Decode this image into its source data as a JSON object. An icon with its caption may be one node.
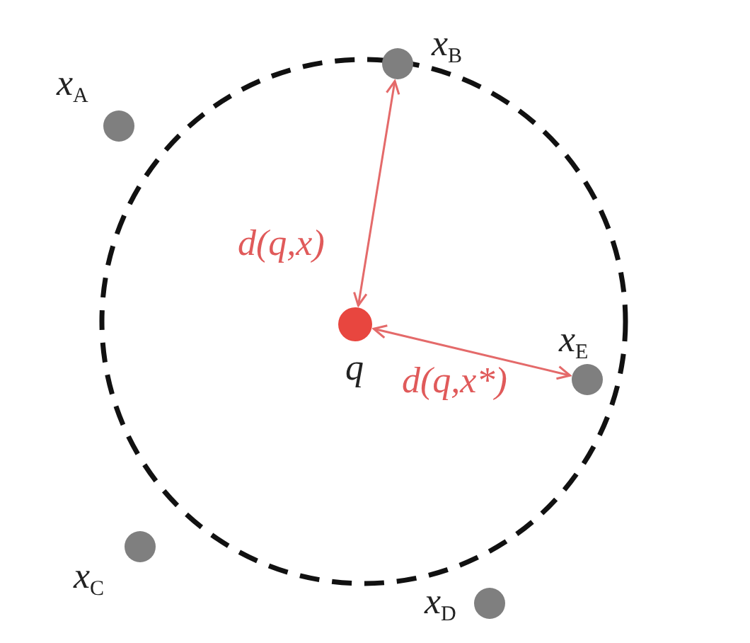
{
  "diagram": {
    "nodes": [
      {
        "text": [],
        "shape": "circle",
        "beside": [
          "*x*$_{A}$"
        ]
      },
      {
        "text": [],
        "shape": "circle",
        "beside": [
          "*x*$_{B}$"
        ]
      },
      {
        "text": [],
        "shape": "circle",
        "beside": [
          "q"
        ]
      },
      {
        "text": [],
        "shape": "circle",
        "beside": [
          "*x*$_{E}$"
        ]
      },
      {
        "text": [],
        "shape": "circle",
        "beside": [
          "*x*$_{C}$"
        ]
      },
      {
        "text": [],
        "shape": "circle",
        "beside": [
          "*x*$_{D}$"
        ]
      }
    ],
    "edges": [
      {
        "from": 2,
        "to": 1,
        "arrow": "both",
        "label": "d(q,x)"
      },
      {
        "from": 2,
        "to": 3,
        "arrow": "both",
        "label": "d(q,x*)"
      }
    ]
  }
}
